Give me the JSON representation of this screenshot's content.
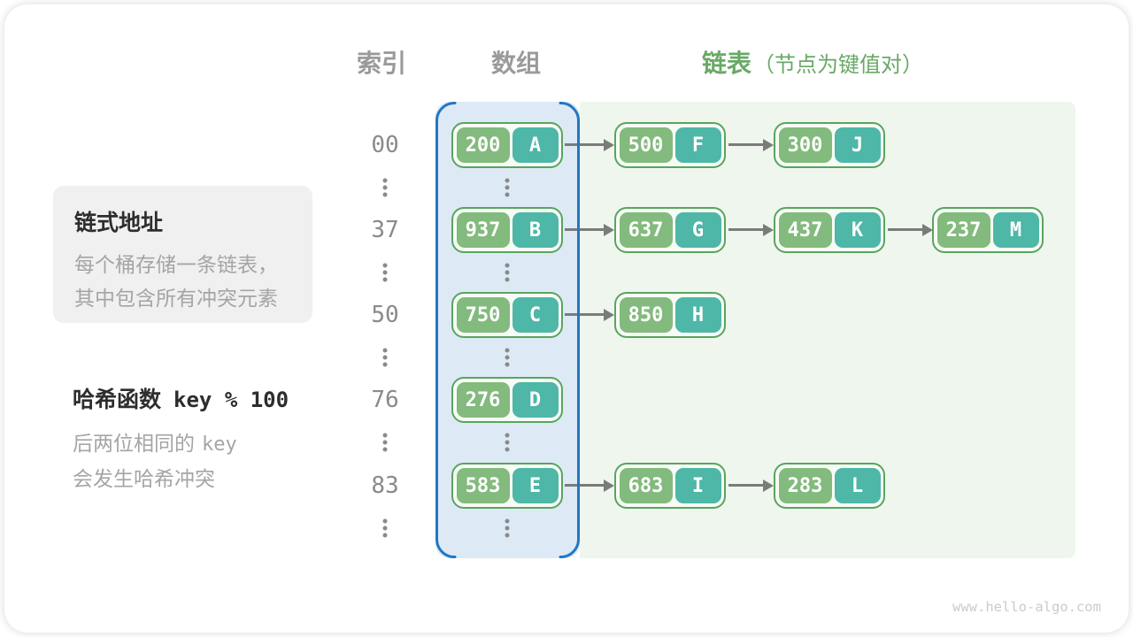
{
  "headers": {
    "index": "索引",
    "array": "数组",
    "list": "链表",
    "list_note": "（节点为键值对）"
  },
  "info_box": {
    "title": "链式地址",
    "line1": "每个桶存储一条链表，",
    "line2": "其中包含所有冲突元素"
  },
  "hash_fn": {
    "label": "哈希函数",
    "code": "key % 100",
    "note_line1_text": "后两位相同的",
    "note_line1_code": "key",
    "note_line2": "会发生哈希冲突"
  },
  "rows": [
    {
      "index": "00",
      "bucket": {
        "key": "200",
        "val": "A"
      },
      "chain": [
        {
          "key": "500",
          "val": "F"
        },
        {
          "key": "300",
          "val": "J"
        }
      ]
    },
    {
      "index": "37",
      "bucket": {
        "key": "937",
        "val": "B"
      },
      "chain": [
        {
          "key": "637",
          "val": "G"
        },
        {
          "key": "437",
          "val": "K"
        },
        {
          "key": "237",
          "val": "M"
        }
      ]
    },
    {
      "index": "50",
      "bucket": {
        "key": "750",
        "val": "C"
      },
      "chain": [
        {
          "key": "850",
          "val": "H"
        }
      ]
    },
    {
      "index": "76",
      "bucket": {
        "key": "276",
        "val": "D"
      },
      "chain": []
    },
    {
      "index": "83",
      "bucket": {
        "key": "583",
        "val": "E"
      },
      "chain": [
        {
          "key": "683",
          "val": "I"
        },
        {
          "key": "283",
          "val": "L"
        }
      ]
    }
  ],
  "colors": {
    "key_cell_green": "#83ba7d",
    "value_cell_teal": "#4eb7a7",
    "node_border_green": "#58a55e",
    "array_panel_bg": "#ddeaf6",
    "array_panel_border_blue": "#2277c2",
    "list_panel_bg": "#eff6ee",
    "accent_green": "#69a966"
  },
  "watermark": "www.hello-algo.com"
}
